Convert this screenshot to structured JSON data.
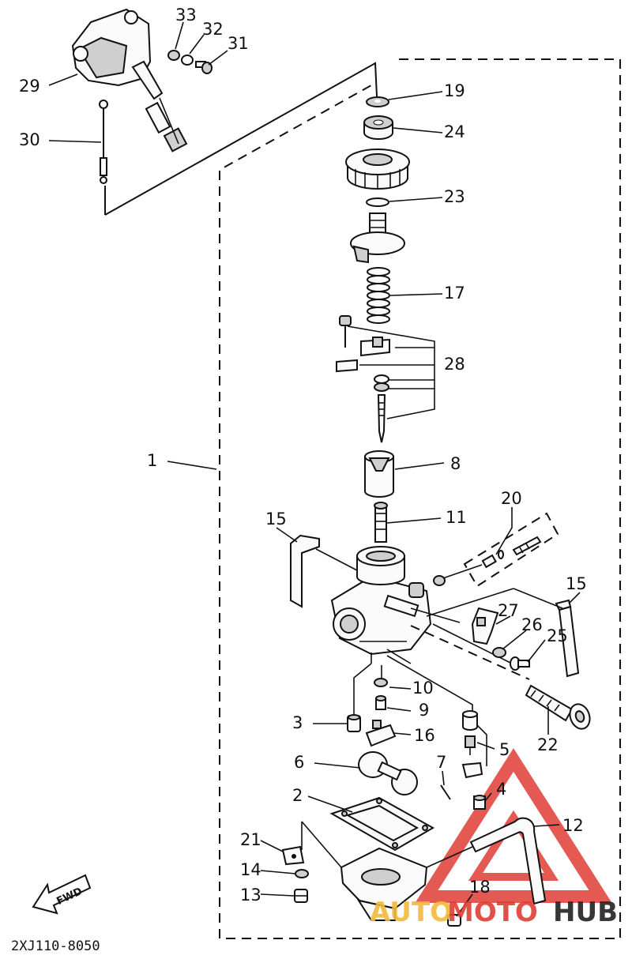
{
  "diagram": {
    "code": "2XJ110-8050",
    "fwd_label": "FWD",
    "labels": {
      "p1": "1",
      "p2": "2",
      "p3": "3",
      "p4": "4",
      "p5": "5",
      "p6": "6",
      "p7": "7",
      "p8": "8",
      "p9": "9",
      "p10": "10",
      "p11": "11",
      "p12": "12",
      "p13": "13",
      "p14": "14",
      "p15a": "15",
      "p15b": "15",
      "p16": "16",
      "p17": "17",
      "p18": "18",
      "p19": "19",
      "p20": "20",
      "p21": "21",
      "p22": "22",
      "p23": "23",
      "p24": "24",
      "p25": "25",
      "p26": "26",
      "p27": "27",
      "p28": "28",
      "p29": "29",
      "p30": "30",
      "p31": "31",
      "p32": "32",
      "p33": "33"
    }
  },
  "watermark": {
    "part1": "AUTO",
    "part2": "MOTO",
    "part3": "HUB",
    "colors": {
      "auto": "#f2b93b",
      "moto": "#e03e36",
      "hub": "#222222",
      "triangle": "#e03e36"
    }
  }
}
